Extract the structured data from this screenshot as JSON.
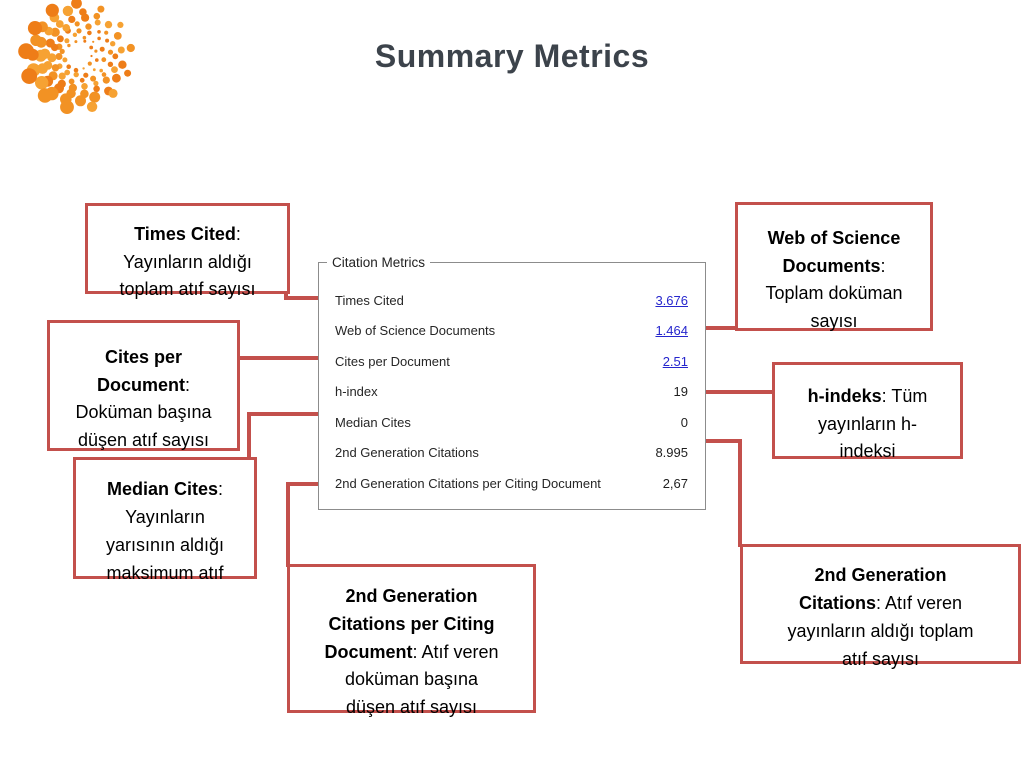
{
  "slide": {
    "title": "Summary Metrics"
  },
  "panel": {
    "legend": "Citation Metrics",
    "rows": [
      {
        "label": "Times Cited",
        "value": "3.676"
      },
      {
        "label": "Web of Science Documents",
        "value": "1.464"
      },
      {
        "label": "Cites per Document",
        "value": "2.51"
      },
      {
        "label": "h-index",
        "value": "19"
      },
      {
        "label": "Median Cites",
        "value": "0"
      },
      {
        "label": "2nd Generation Citations",
        "value": "8.995"
      },
      {
        "label": "2nd Generation Citations per Citing Document",
        "value": "2,67"
      }
    ]
  },
  "callouts": [
    {
      "term": "Times Cited",
      "desc": ":\nYayınların aldığı\ntoplam atıf sayısı"
    },
    {
      "term": "Cites per\nDocument",
      "desc": ":\nDoküman başına\ndüşen atıf sayısı"
    },
    {
      "term": "Median Cites",
      "desc": ":\nYayınların\nyarısının aldığı\nmaksimum atıf"
    },
    {
      "term": "Web of Science\nDocuments",
      "desc": ":\nToplam doküman\nsayısı"
    },
    {
      "term": "h-indeks",
      "desc": ": Tüm\nyayınların h-\nindeksi"
    },
    {
      "term": "2nd Generation\nCitations",
      "desc": ": Atıf veren\nyayınların aldığı toplam\natıf sayısı"
    },
    {
      "term": "2nd Generation\nCitations per Citing\nDocument",
      "desc": ": Atıf veren\ndoküman başına\ndüşen atıf sayısı"
    }
  ],
  "colors": {
    "accent_red": "#c3504c",
    "title_gray": "#3c434b",
    "link_blue": "#2626cd",
    "logo_orange": "#ef8822",
    "panel_border": "#8c8c8c"
  }
}
